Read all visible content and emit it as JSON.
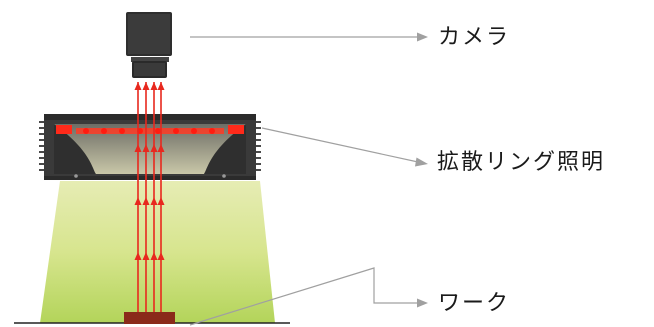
{
  "labels": {
    "camera": "カメラ",
    "ring_light": "拡散リング照明",
    "workpiece": "ワーク"
  },
  "colors": {
    "ray": "#e8281e",
    "callout_line": "#a0a0a0",
    "camera_body": "#2e2e2e",
    "light_housing": "#3a3a3a",
    "led": "#ff2a1a",
    "illumination_top": "#dde89a",
    "illumination_bottom": "#b7d55c",
    "workpiece": "#8a2a1a"
  },
  "icons": [
    "camera-icon",
    "ring-light-icon",
    "workpiece-icon",
    "arrow-right-icon"
  ]
}
